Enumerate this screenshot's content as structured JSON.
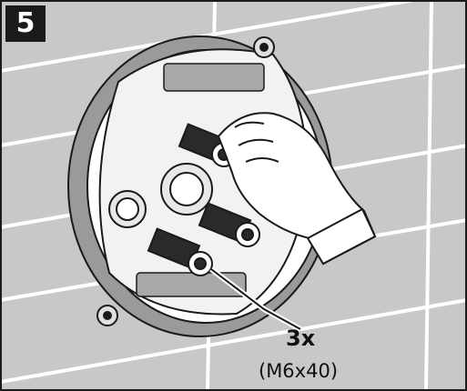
{
  "step": {
    "number": "5"
  },
  "callout": {
    "quantity": "3x",
    "spec": "(M6x40)"
  },
  "palette": {
    "tile": "#c8c8c8",
    "grout": "#ffffff",
    "ring_fill": "#9a9a9a",
    "plate_fill": "#f2f2f2",
    "outline": "#1a1a1a",
    "screw": "#2a2a2a"
  }
}
